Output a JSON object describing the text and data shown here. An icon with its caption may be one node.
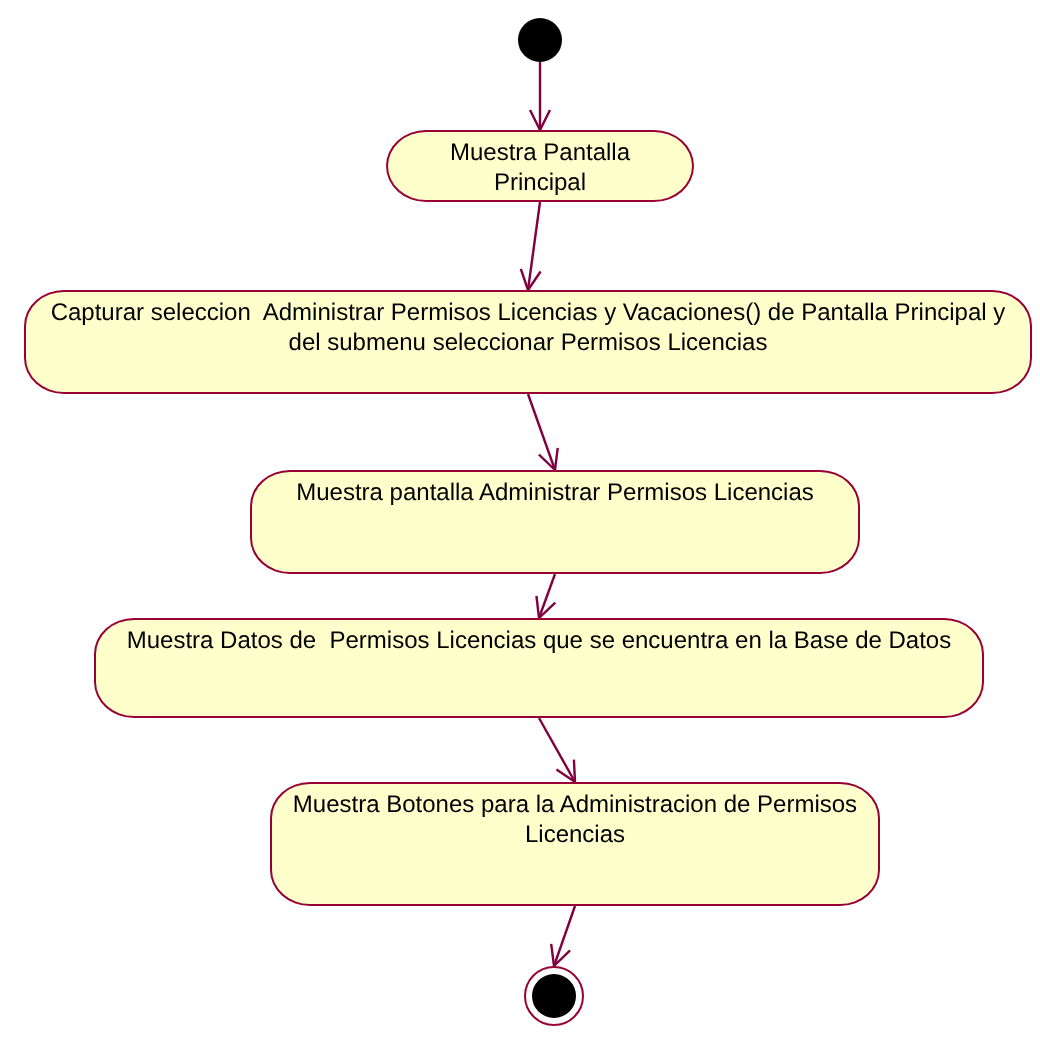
{
  "diagram": {
    "nodes": [
      {
        "text": [],
        "shape": "circle"
      },
      {
        "text": [
          "Muestra Pantalla Principal"
        ]
      },
      {
        "text": [
          "Capturar seleccion  Administrar Permisos Licencias y Vacaciones() de Pantalla Principal y del submenu seleccionar Permisos Licencias"
        ]
      },
      {
        "text": [
          "Muestra pantalla Administrar Permisos Licencias"
        ]
      },
      {
        "text": [
          "Muestra Datos de  Permisos Licencias que se encuentra en la Base de Datos"
        ]
      },
      {
        "text": [
          "Muestra Botones para la Administracion de Permisos Licencias"
        ]
      },
      {
        "text": [],
        "shape": "bullseye"
      }
    ],
    "edges": [
      {
        "from": 0,
        "to": 1,
        "arrow": "to"
      },
      {
        "from": 1,
        "to": 2,
        "arrow": "to"
      },
      {
        "from": 2,
        "to": 3,
        "arrow": "to"
      },
      {
        "from": 3,
        "to": 4,
        "arrow": "to"
      },
      {
        "from": 4,
        "to": 5,
        "arrow": "to"
      },
      {
        "from": 5,
        "to": 6,
        "arrow": "to"
      }
    ]
  }
}
